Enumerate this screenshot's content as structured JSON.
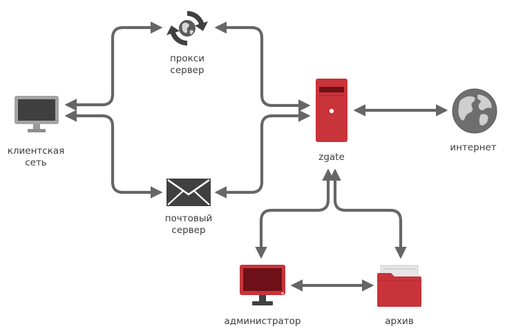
{
  "nodes": {
    "proxy": {
      "line1": "прокси",
      "line2": "сервер"
    },
    "client": {
      "line1": "клиентская",
      "line2": "сеть"
    },
    "zgate": {
      "label": "zgate"
    },
    "internet": {
      "label": "интернет"
    },
    "mail": {
      "line1": "почтовый",
      "line2": "сервер"
    },
    "admin": {
      "label": "администратор"
    },
    "archive": {
      "label": "архив"
    }
  },
  "colors": {
    "arrow": "#666666",
    "accent": "#c9333a",
    "accent_dark": "#8a1820",
    "icon_dark": "#404040",
    "monitor_gray": "#9a9a9a",
    "globe": "#6d6d6d"
  },
  "icons": {
    "proxy": "refresh-globe-icon",
    "client": "monitor-icon",
    "zgate": "server-tower-icon",
    "internet": "globe-icon",
    "mail": "envelope-icon",
    "admin": "monitor-icon",
    "archive": "folder-icon"
  }
}
